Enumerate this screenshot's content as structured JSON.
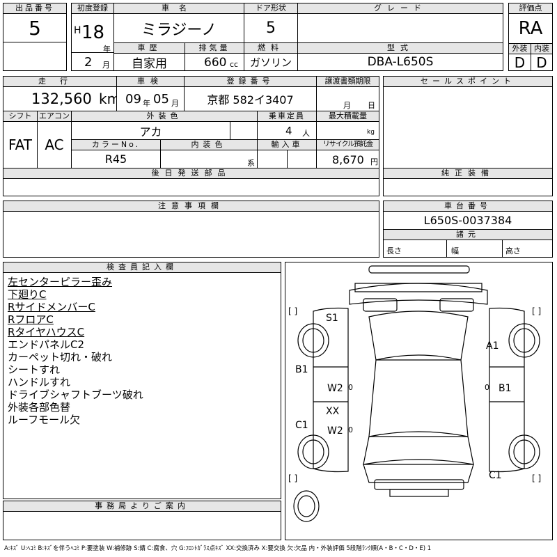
{
  "top": {
    "lot_no_label": "出品番号",
    "lot_no": "5",
    "first_reg_label": "初度登録",
    "era": "H",
    "year": "18",
    "year_unit": "年",
    "month": "2",
    "month_unit": "月",
    "car_name_label": "車名",
    "car_name": "ミラジーノ",
    "door_label": "ドア形状",
    "door": "5",
    "grade_label": "グレード",
    "grade": "",
    "score_label": "評価点",
    "score": "RA",
    "history_label": "車歴",
    "history": "自家用",
    "displacement_label": "排気量",
    "displacement": "660",
    "displacement_unit": "cc",
    "fuel_label": "燃料",
    "fuel": "ガソリン",
    "model_label": "型式",
    "model": "DBA-L650S",
    "exterior_label": "外装",
    "exterior": "D",
    "interior_label": "内装",
    "interior": "D"
  },
  "row2": {
    "mileage_label": "走行",
    "mileage": "132,560",
    "mileage_unit": "km",
    "inspection_label": "車検",
    "inspection_year": "09",
    "inspection_year_unit": "年",
    "inspection_month": "05",
    "inspection_month_unit": "月",
    "reg_no_label": "登録番号",
    "reg_no": "京都 582イ3407",
    "transfer_label": "譲渡書類期限",
    "transfer_month_unit": "月",
    "transfer_day_unit": "日",
    "sales_label": "セールスポイント",
    "shift_label": "シフト",
    "shift": "FAT",
    "ac_label": "エアコン",
    "ac": "AC",
    "ext_color_label": "外装色",
    "ext_color": "アカ",
    "capacity_label": "乗車定員",
    "capacity": "4",
    "capacity_unit": "人",
    "max_load_label": "最大積載量",
    "max_load_unit": "kg",
    "color_no_label": "カラーNo.",
    "color_no": "R45",
    "int_color_label": "内装色",
    "int_color_unit": "系",
    "import_label": "輸入車",
    "recycle_label": "リサイクル預託金",
    "recycle": "8,670",
    "recycle_unit": "円"
  },
  "later_parts_label": "後日発送部品",
  "genuine_equip_label": "純正装備",
  "notes_label": "注意事項欄",
  "chassis_label": "車台番号",
  "chassis_no": "L650S-0037384",
  "specs_label": "諸元",
  "length_label": "長さ",
  "width_label": "幅",
  "height_label": "高さ",
  "inspector_label": "検査員記入欄",
  "inspector_lines": [
    {
      "text": "左センターピラー歪み",
      "u": true
    },
    {
      "text": "下廻りC",
      "u": true
    },
    {
      "text": "RサイドメンバーC",
      "u": true
    },
    {
      "text": "RフロアC",
      "u": true
    },
    {
      "text": "RタイヤハウスC",
      "u": true
    },
    {
      "text": "エンドパネルC2",
      "u": false
    },
    {
      "text": "カーペット切れ・破れ",
      "u": false
    },
    {
      "text": "シートすれ",
      "u": false
    },
    {
      "text": "ハンドルすれ",
      "u": false
    },
    {
      "text": "ドライブシャフトブーツ破れ",
      "u": false
    },
    {
      "text": "外装各部色替",
      "u": false
    },
    {
      "text": "ルーフモール欠",
      "u": false
    }
  ],
  "office_label": "事務局よりご案内",
  "diagram_marks": {
    "s1": "S1",
    "a1": "A1",
    "b1_left": "B1",
    "b1_right": "B1",
    "w2_a": "W2",
    "w2_b": "W2",
    "xx": "XX",
    "c1_left": "C1",
    "c1_right": "C1",
    "zero_a": "0",
    "zero_b": "0",
    "zero_c": "0"
  },
  "legend": "A:ｷｽﾞ U:ﾍｺﾐ B:ｷｽﾞを伴うﾍｺﾐ P:要塗装 W:補修跡 S:錆 C:腐食、穴 G:ﾌﾛﾝﾄｶﾞﾗｽ点ｷｽﾞ XX:交換済み X:要交換 欠:欠品 内・外装評価 5段階ﾗﾝｸ順(A・B・C・D・E) 1",
  "colors": {
    "header_bg": "#e6e6e6",
    "line": "#000000"
  }
}
